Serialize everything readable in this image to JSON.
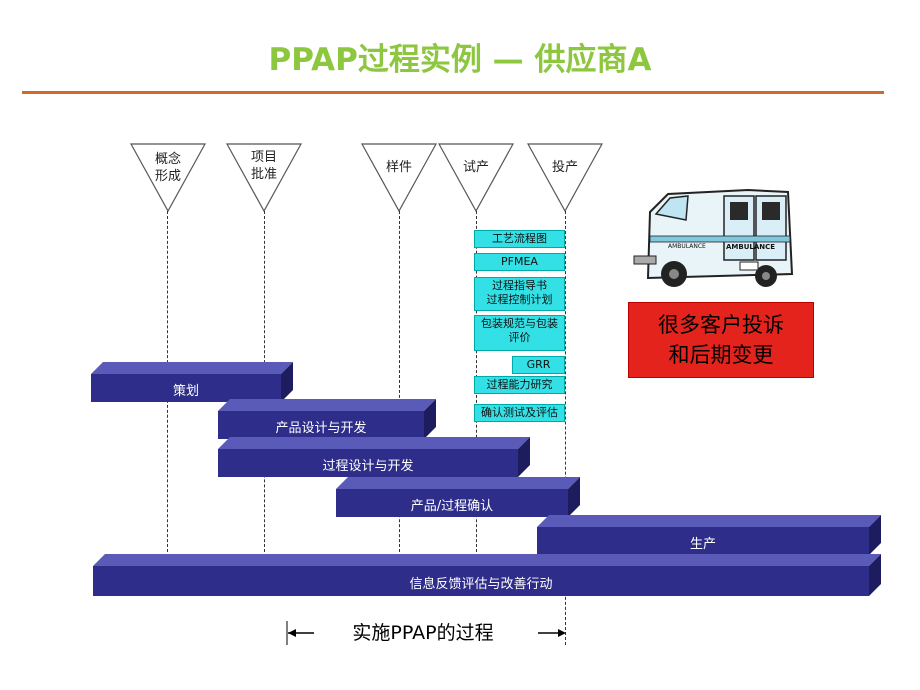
{
  "title": "PPAP过程实例 — 供应商A",
  "milestones": [
    {
      "label": "概念\n形成"
    },
    {
      "label": "项目\n批准"
    },
    {
      "label": "样件"
    },
    {
      "label": "试产"
    },
    {
      "label": "投产"
    }
  ],
  "documents": [
    "工艺流程图",
    "PFMEA",
    "过程指导书\n过程控制计划",
    "包装规范与包装\n评价",
    "GRR",
    "过程能力研究",
    "确认测试及评估"
  ],
  "phases": [
    "策划",
    "产品设计与开发",
    "过程设计与开发",
    "产品/过程确认",
    "生产",
    "信息反馈评估与改善行动"
  ],
  "callout": "很多客户投诉\n和后期变更",
  "bracket_label": "实施PPAP的过程",
  "ambulance_text": [
    "AMBULANCE",
    "AMBULANCE"
  ],
  "colors": {
    "title": "#8dc63f",
    "rule": "#d2692a",
    "bar_front": "#2e2e8a",
    "bar_top": "#5a5ab8",
    "doc_fill": "#33e0e5",
    "callout": "#e3231c"
  }
}
